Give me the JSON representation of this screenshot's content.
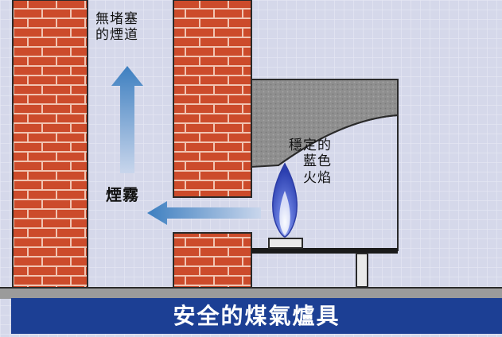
{
  "labels": {
    "chimney": [
      "無堵塞",
      "的煙道"
    ],
    "smoke": "煙霧",
    "flame": [
      "穩定的",
      "藍色",
      "火焰"
    ]
  },
  "title": "安全的煤氣爐具",
  "colors": {
    "wall_background": "#cfd2e6",
    "brick": "#cc4b2b",
    "mortar": "#f1c4b2",
    "floor": "#9b9b9b",
    "arrow_blue": "#4f8fc8",
    "flame_blue": "#3e55c9",
    "title_bar": "#1c3f94"
  },
  "icons": [
    "up-arrow-icon",
    "left-arrow-icon",
    "flame-icon"
  ]
}
